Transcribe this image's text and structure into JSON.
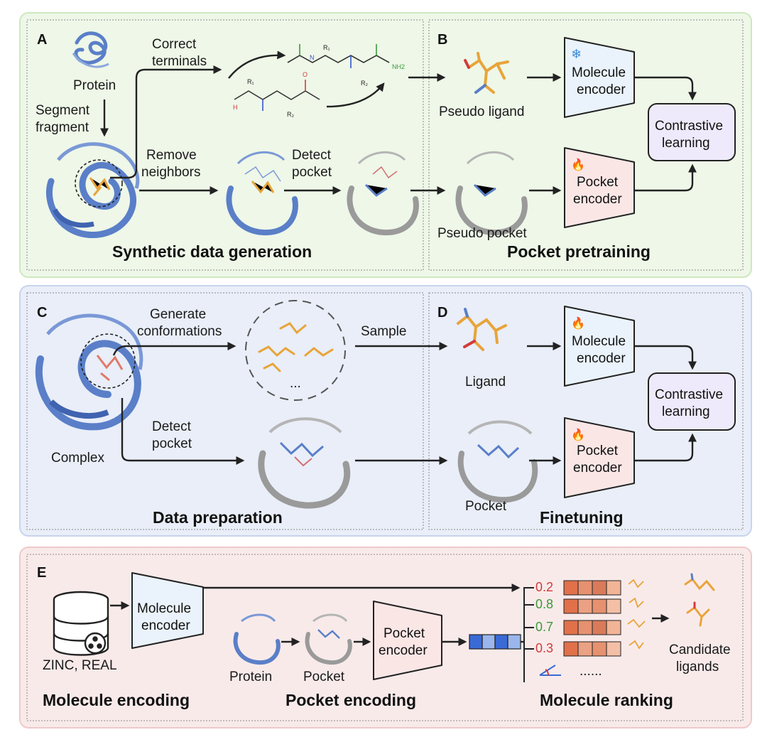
{
  "panels": {
    "A": {
      "letter": "A",
      "title": "Synthetic data generation",
      "protein": "Protein",
      "segment_line1": "Segment",
      "segment_line2": "fragment",
      "correct_line1": "Correct",
      "correct_line2": "terminals",
      "remove_line1": "Remove",
      "remove_line2": "neighbors",
      "detect_line1": "Detect",
      "detect_line2": "pocket",
      "chem": {
        "r1": "R₁",
        "r2": "R₂",
        "h": "H",
        "n": "N",
        "nh2": "NH2",
        "o": "O"
      }
    },
    "B": {
      "letter": "B",
      "title": "Pocket pretraining",
      "pseudo_ligand": "Pseudo ligand",
      "pseudo_pocket": "Pseudo pocket",
      "mol_enc_line1": "Molecule",
      "mol_enc_line2": "encoder",
      "pocket_enc_line1": "Pocket",
      "pocket_enc_line2": "encoder",
      "contrastive_line1": "Contrastive",
      "contrastive_line2": "learning"
    },
    "C": {
      "letter": "C",
      "title": "Data preparation",
      "generate_line1": "Generate",
      "generate_line2": "conformations",
      "ellipsis": "...",
      "complex": "Complex",
      "detect_line1": "Detect",
      "detect_line2": "pocket"
    },
    "D": {
      "letter": "D",
      "title": "Finetuning",
      "sample": "Sample",
      "ligand": "Ligand",
      "pocket": "Pocket",
      "mol_enc_line1": "Molecule",
      "mol_enc_line2": "encoder",
      "pocket_enc_line1": "Pocket",
      "pocket_enc_line2": "encoder",
      "contrastive_line1": "Contrastive",
      "contrastive_line2": "learning"
    },
    "E": {
      "letter": "E",
      "title_mol": "Molecule encoding",
      "title_pocket": "Pocket encoding",
      "title_rank": "Molecule ranking",
      "db": "ZINC, REAL",
      "mol_enc_line1": "Molecule",
      "mol_enc_line2": "encoder",
      "protein": "Protein",
      "pocket": "Pocket",
      "pocket_enc_line1": "Pocket",
      "pocket_enc_line2": "encoder",
      "scores": [
        "0.2",
        "0.8",
        "0.7",
        "0.3"
      ],
      "more": "......",
      "candidate_line1": "Candidate",
      "candidate_line2": "ligands"
    }
  },
  "colors": {
    "green_bg": "#eef7e8",
    "green_border": "#cfe8bf",
    "blue_bg": "#e9eef8",
    "blue_border": "#c8d4ee",
    "red_bg": "#f9eaea",
    "red_border": "#efc9c9",
    "mol_encoder_fill": "#eaf3fb",
    "pocket_encoder_fill": "#fbe6e6",
    "contrastive_fill": "#eeeafb",
    "protein_blue": "#5a7fc8",
    "ligand_orange": "#e8a43a",
    "score_red": "#d23b3b",
    "score_green": "#3a9a3a"
  },
  "icons": {
    "frozen": "snowflake-icon",
    "trainable": "flame-icon",
    "database": "database-icon",
    "similarity": "angle-icon"
  }
}
